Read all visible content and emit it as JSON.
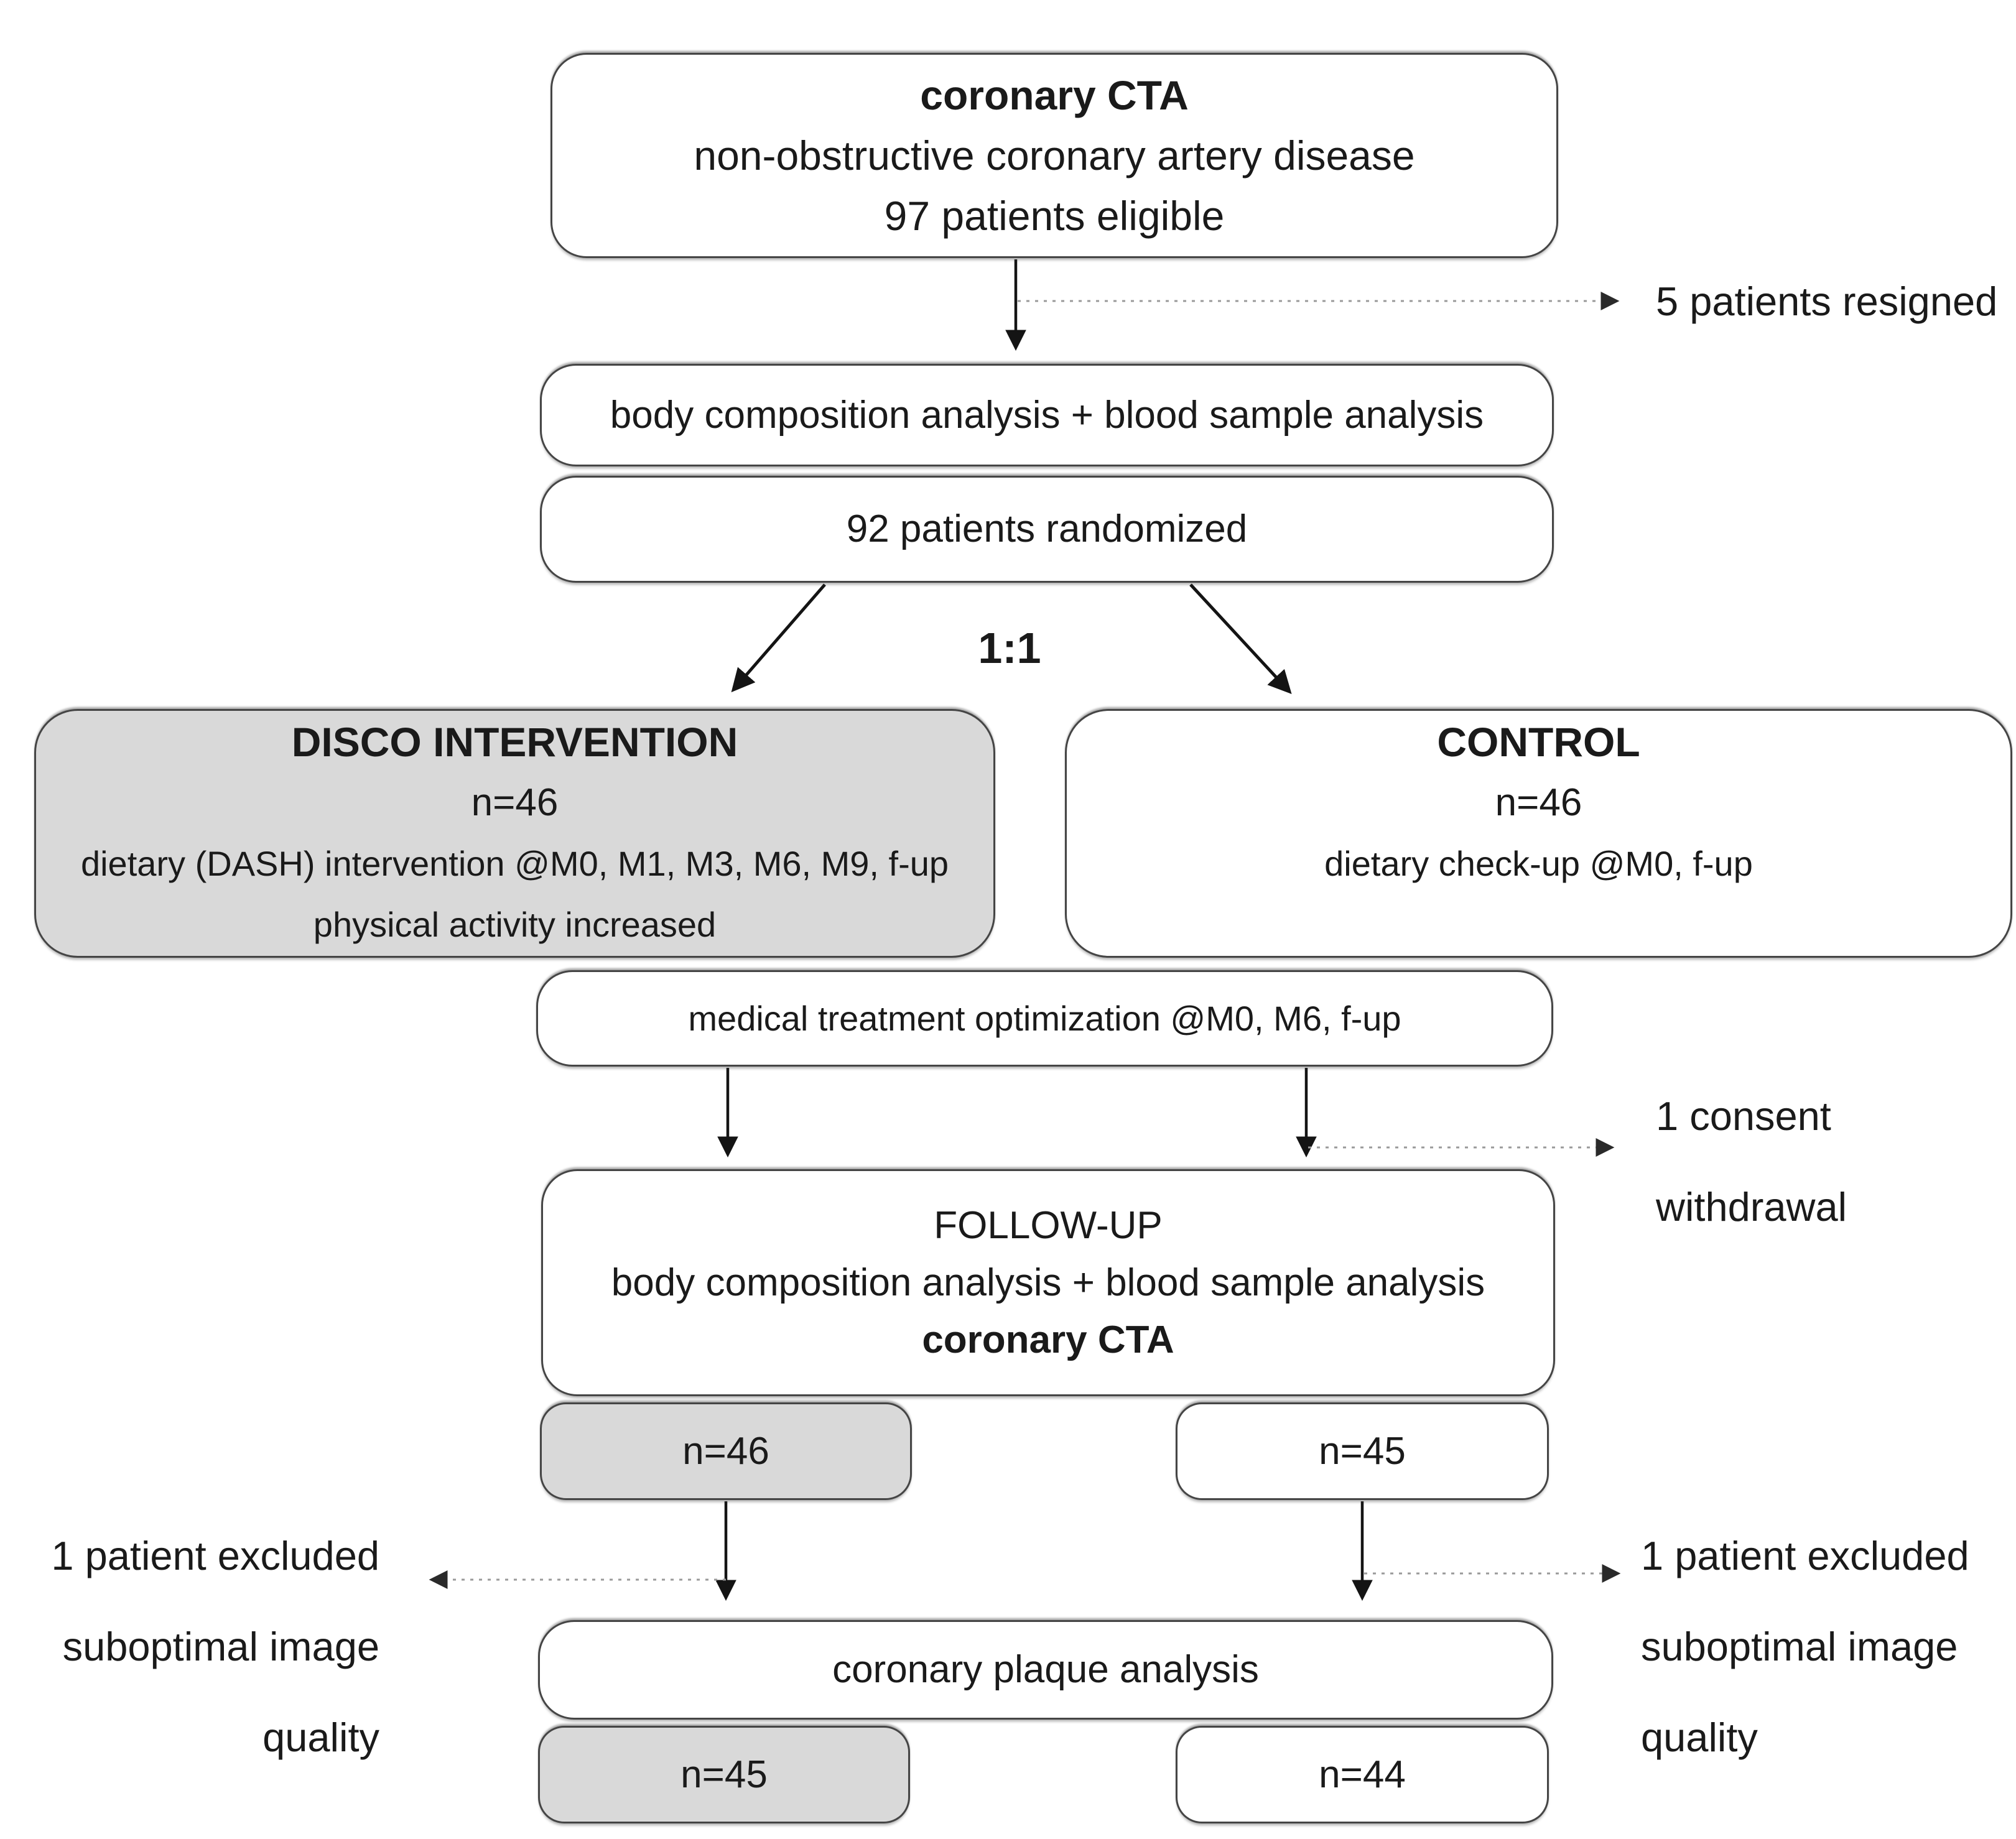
{
  "boxes": {
    "cta": {
      "title": "coronary CTA",
      "line2": "non-obstructive coronary artery disease",
      "line3": "97 patients eligible"
    },
    "body_comp": {
      "label": "body composition analysis + blood sample analysis"
    },
    "randomized": {
      "label": "92 patients randomized"
    },
    "disco": {
      "title": "DISCO INTERVENTION",
      "n": "n=46",
      "detail1": "dietary (DASH) intervention @M0, M1, M3, M6, M9, f-up",
      "detail2": "physical activity increased"
    },
    "control": {
      "title": "CONTROL",
      "n": "n=46",
      "detail1": "dietary check-up @M0, f-up"
    },
    "medical": {
      "label": "medical treatment optimization @M0, M6, f-up"
    },
    "followup": {
      "title": "FOLLOW-UP",
      "line2": "body composition analysis + blood sample analysis",
      "line3": "coronary CTA"
    },
    "followup_disco_n": {
      "label": "n=46"
    },
    "followup_control_n": {
      "label": "n=45"
    },
    "plaque": {
      "label": "coronary plaque analysis"
    },
    "final_disco_n": {
      "label": "n=45"
    },
    "final_control_n": {
      "label": "n=44"
    }
  },
  "labels": {
    "ratio": "1:1",
    "resigned": "5 patients resigned",
    "consent": {
      "line1": "1 consent",
      "line2": "withdrawal"
    },
    "excluded_left": {
      "line1": "1 patient excluded",
      "line2": "suboptimal image",
      "line3": "quality"
    },
    "excluded_right": {
      "line1": "1 patient excluded",
      "line2": "suboptimal image",
      "line3": "quality"
    }
  },
  "colors": {
    "highlight_fill": "#d9d9d9",
    "box_fill": "#ffffff",
    "box_border": "#454545",
    "arrow": "#141414",
    "dashed_arrow": "#9a9a9a",
    "text": "#1a1a1a",
    "background": "#ffffff"
  }
}
